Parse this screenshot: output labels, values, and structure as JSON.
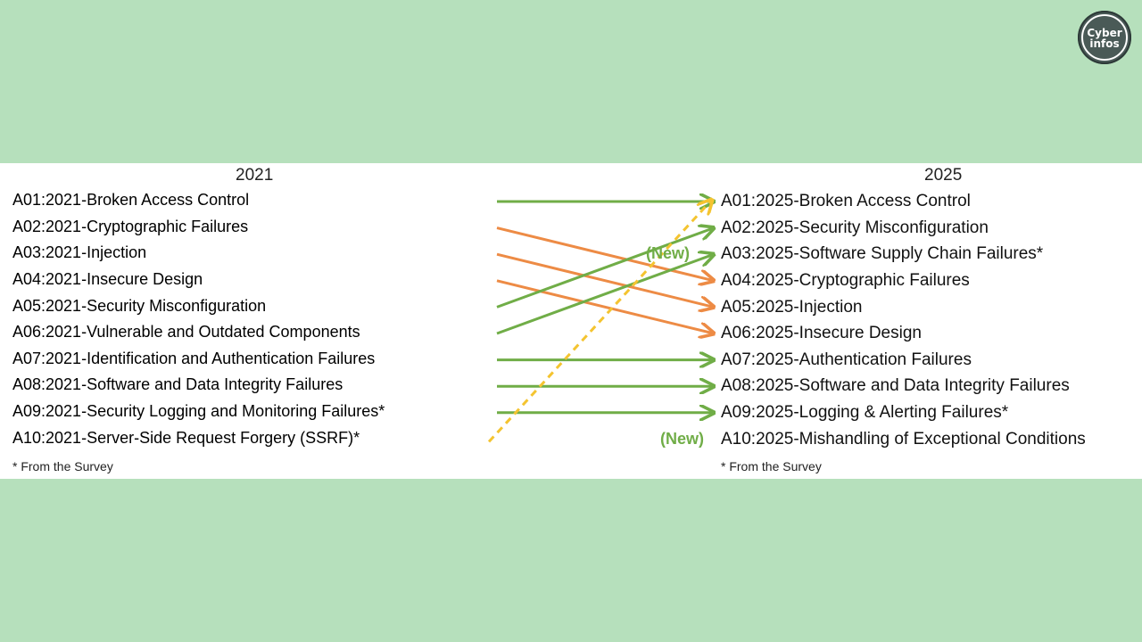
{
  "logo": {
    "line1": "Cyber",
    "line2": "infos"
  },
  "left": {
    "year": "2021",
    "items": [
      {
        "text": "A01:2021-Broken Access Control",
        "style": "green"
      },
      {
        "text": "A02:2021-Cryptographic Failures",
        "style": "grey"
      },
      {
        "text": "A03:2021-Injection",
        "style": "grey"
      },
      {
        "text": "A04:2021-Insecure Design",
        "style": "grey"
      },
      {
        "text": "A05:2021-Security Misconfiguration",
        "style": "green"
      },
      {
        "text": "A06:2021-Vulnerable and Outdated Components",
        "style": "green"
      },
      {
        "text": "A07:2021-Identification and Authentication Failures",
        "style": "green"
      },
      {
        "text": "A08:2021-Software and Data Integrity Failures",
        "style": "green"
      },
      {
        "text": "A09:2021-Security Logging and Monitoring Failures*",
        "style": "green"
      },
      {
        "text": "A10:2021-Server-Side Request Forgery (SSRF)*",
        "style": "yellow"
      }
    ],
    "note": "* From the Survey"
  },
  "right": {
    "year": "2025",
    "items": [
      {
        "text": "A01:2025-Broken Access Control"
      },
      {
        "text": "A02:2025-Security Misconfiguration"
      },
      {
        "text": "A03:2025-Software Supply Chain Failures*"
      },
      {
        "text": "A04:2025-Cryptographic Failures"
      },
      {
        "text": "A05:2025-Injection"
      },
      {
        "text": "A06:2025-Insecure Design"
      },
      {
        "text": "A07:2025-Authentication Failures"
      },
      {
        "text": "A08:2025-Software and Data Integrity Failures"
      },
      {
        "text": "A09:2025-Logging & Alerting Failures*"
      },
      {
        "text": "A10:2025-Mishandling of Exceptional Conditions"
      }
    ],
    "new_label": "(New)",
    "note": "* From the Survey"
  },
  "mappings": [
    {
      "from": 1,
      "to": 1,
      "color": "#70ad47",
      "style": "solid"
    },
    {
      "from": 2,
      "to": 4,
      "color": "#ed8b45",
      "style": "solid"
    },
    {
      "from": 3,
      "to": 5,
      "color": "#ed8b45",
      "style": "solid"
    },
    {
      "from": 4,
      "to": 6,
      "color": "#ed8b45",
      "style": "solid"
    },
    {
      "from": 5,
      "to": 2,
      "color": "#70ad47",
      "style": "solid"
    },
    {
      "from": 6,
      "to": 3,
      "color": "#70ad47",
      "style": "solid"
    },
    {
      "from": 7,
      "to": 7,
      "color": "#70ad47",
      "style": "solid"
    },
    {
      "from": 8,
      "to": 8,
      "color": "#70ad47",
      "style": "solid"
    },
    {
      "from": 9,
      "to": 9,
      "color": "#70ad47",
      "style": "solid"
    },
    {
      "from": 10,
      "to": 1,
      "color": "#f4c430",
      "style": "dashed"
    }
  ]
}
